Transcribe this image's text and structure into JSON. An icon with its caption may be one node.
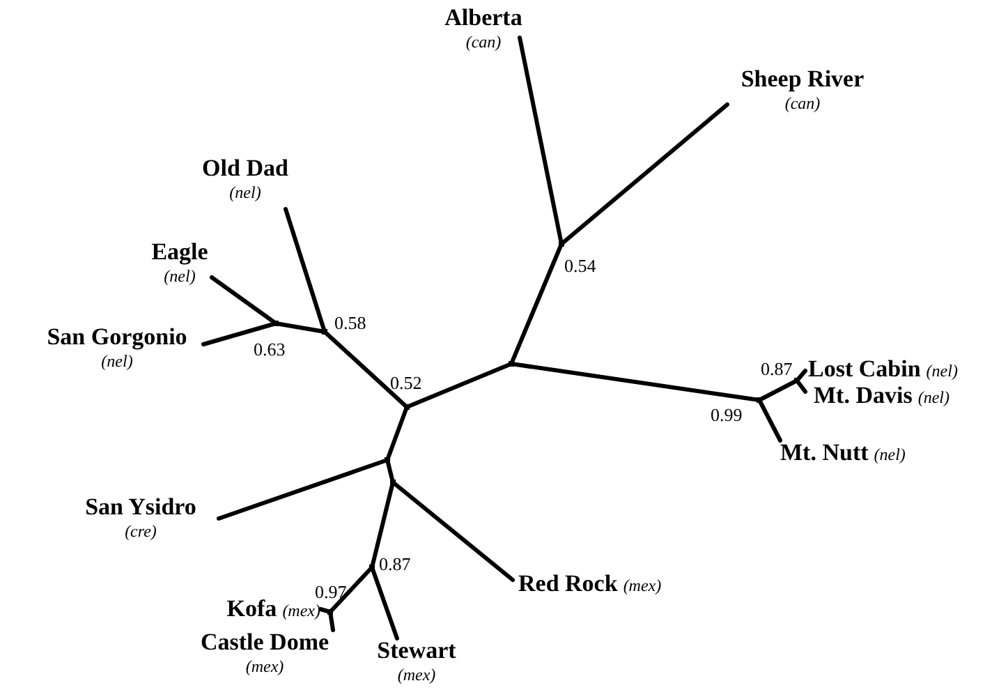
{
  "diagram": {
    "nodes": [
      {
        "text": [
          "Alberta",
          "(can)"
        ]
      },
      {
        "text": [
          "Sheep River",
          "(can)"
        ]
      },
      {
        "text": [
          "Old Dad",
          "(nel)"
        ]
      },
      {
        "text": [
          "Eagle",
          "(nel)"
        ]
      },
      {
        "text": [
          "San Gorgonio",
          "(nel)"
        ]
      },
      {
        "text": [
          "Lost Cabin",
          "(nel)"
        ]
      },
      {
        "text": [
          "Mt. Davis",
          "(nel)"
        ]
      },
      {
        "text": [
          "Mt. Nutt",
          "(nel)"
        ]
      },
      {
        "text": [
          "San Ysidro",
          "(cre)"
        ]
      },
      {
        "text": [
          "Red Rock",
          "(mex)"
        ]
      },
      {
        "text": [
          "Kofa",
          "(mex)"
        ]
      },
      {
        "text": [
          "Castle Dome",
          "(mex)"
        ]
      },
      {
        "text": [
          "Stewart",
          "(mex)"
        ]
      },
      {
        "text": [],
        "shape": "point",
        "beside": [
          "0.54"
        ]
      },
      {
        "text": [],
        "shape": "point"
      },
      {
        "text": [],
        "shape": "point",
        "beside": [
          "0.58"
        ]
      },
      {
        "text": [],
        "shape": "point",
        "beside": [
          "0.63"
        ]
      },
      {
        "text": [],
        "shape": "point",
        "beside": [
          "0.52"
        ]
      },
      {
        "text": [],
        "shape": "point",
        "beside": [
          "0.99"
        ]
      },
      {
        "text": [],
        "shape": "point",
        "beside": [
          "0.87"
        ]
      },
      {
        "text": [],
        "shape": "point"
      },
      {
        "text": [],
        "shape": "point"
      },
      {
        "text": [],
        "shape": "point",
        "beside": [
          "0.87"
        ]
      },
      {
        "text": [],
        "shape": "point",
        "beside": [
          "0.97"
        ]
      }
    ],
    "edges": [
      {
        "from": 13,
        "to": 0,
        "arrow": "none"
      },
      {
        "from": 13,
        "to": 1,
        "arrow": "none"
      },
      {
        "from": 14,
        "to": 13,
        "arrow": "none"
      },
      {
        "from": 14,
        "to": 18,
        "arrow": "none"
      },
      {
        "from": 18,
        "to": 19,
        "arrow": "none"
      },
      {
        "from": 19,
        "to": 5,
        "arrow": "none"
      },
      {
        "from": 19,
        "to": 6,
        "arrow": "none"
      },
      {
        "from": 18,
        "to": 7,
        "arrow": "none"
      },
      {
        "from": 17,
        "to": 14,
        "arrow": "none"
      },
      {
        "from": 17,
        "to": 15,
        "arrow": "none"
      },
      {
        "from": 15,
        "to": 2,
        "arrow": "none"
      },
      {
        "from": 15,
        "to": 16,
        "arrow": "none"
      },
      {
        "from": 16,
        "to": 3,
        "arrow": "none"
      },
      {
        "from": 16,
        "to": 4,
        "arrow": "none"
      },
      {
        "from": 17,
        "to": 20,
        "arrow": "none"
      },
      {
        "from": 20,
        "to": 8,
        "arrow": "none"
      },
      {
        "from": 20,
        "to": 21,
        "arrow": "none"
      },
      {
        "from": 21,
        "to": 9,
        "arrow": "none"
      },
      {
        "from": 21,
        "to": 22,
        "arrow": "none"
      },
      {
        "from": 22,
        "to": 12,
        "arrow": "none"
      },
      {
        "from": 22,
        "to": 23,
        "arrow": "none"
      },
      {
        "from": 23,
        "to": 10,
        "arrow": "none"
      },
      {
        "from": 23,
        "to": 11,
        "arrow": "none"
      }
    ]
  }
}
